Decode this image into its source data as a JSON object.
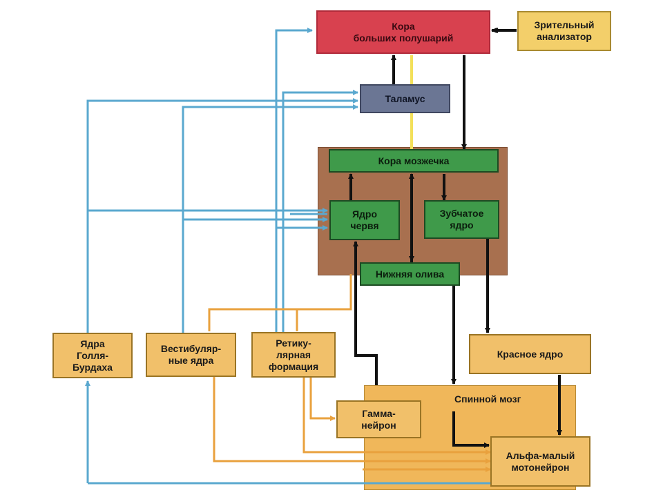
{
  "nodes": {
    "cortex": "Кора\nбольших полушарий",
    "visual": "Зрительный\nанализатор",
    "thalamus": "Таламус",
    "cerebellar_cortex": "Кора мозжечка",
    "vermis": "Ядро\nчервя",
    "dentate": "Зубчатое\nядро",
    "olive": "Нижняя олива",
    "goll": "Ядра\nГолля-\nБурдаха",
    "vestibular": "Вестибуляр-\nные ядра",
    "reticular": "Ретику-\nлярная\nформация",
    "red_nucleus": "Красное ядро",
    "spinal_cord": "Спинной мозг",
    "gamma": "Гамма-\nнейрон",
    "alpha": "Альфа-малый\nмотонейрон"
  },
  "colors": {
    "ascending_blue": "#5aa8cf",
    "descending_orange": "#e9a13d",
    "black_path": "#111111",
    "yellow_path": "#f3e05a"
  }
}
